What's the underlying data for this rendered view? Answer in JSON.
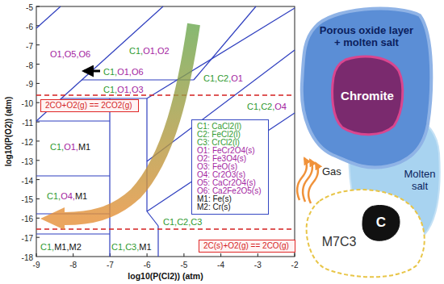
{
  "diagram": {
    "nodes": [
      {
        "text": [
          "2CO+O2(g) == 2CO2(g)"
        ]
      },
      {
        "text": [
          "C1: CaCl2(l)",
          "C2: FeCl2(l)",
          "C3: CrCl2(l)",
          "O1: FeCr2O4(s)",
          "O2: Fe3O4(s)",
          "O3: FeO(s)",
          "O4: Cr2O3(s)",
          "O5: CaCr2O4(s)",
          "O6: Ca2Fe2O5(s)",
          "M1: Fe(s)",
          "M2: Cr(s)"
        ]
      },
      {
        "text": [
          "2C(s)+O2(g) == 2CO(g)"
        ]
      },
      {
        "text": [
          "Porous oxide layer + molten salt"
        ]
      },
      {
        "text": [
          "Chromite"
        ],
        "in": 3
      },
      {
        "text": [
          "Molten salt"
        ]
      },
      {
        "text": [
          "M7C3"
        ]
      },
      {
        "text": [
          "C"
        ],
        "in": 6
      }
    ],
    "labels": [
      "O1,O5,O6",
      "C1,O1,O2",
      "C1,O1,O6",
      "C1,O1,O3",
      "C1,C2,O1",
      "C1,C2,O4",
      "C1,O1,M1",
      "C1,O4,M1",
      "C1,C2,C3",
      "C1,M1,M2",
      "C1,C3,M1",
      "-5",
      "-6",
      "-7",
      "-8",
      "-9",
      "-10",
      "-11",
      "-12",
      "-13",
      "-14",
      "-15",
      "-16",
      "-17",
      "-18",
      "-9",
      "-8",
      "-7",
      "-6",
      "-5",
      "-4",
      "-3",
      "-2",
      "log10(P(O2)) (atm)",
      "log10(P(Cl2)) (atm)",
      "Gas"
    ]
  }
}
